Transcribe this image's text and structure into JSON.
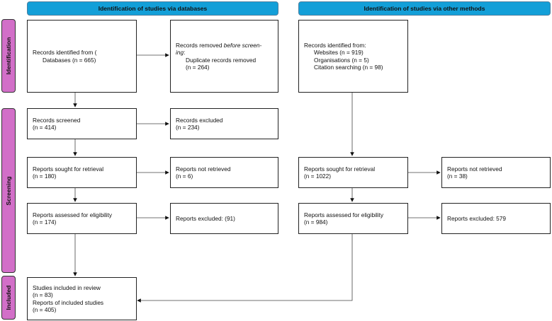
{
  "headers": {
    "databases": "Identification of studies via databases",
    "other": "Identification of studies via other methods"
  },
  "phases": {
    "identification": "Identification",
    "screening": "Screening",
    "included": "Included"
  },
  "db": {
    "identified": {
      "line1": "Records identified from (",
      "line2": "Databases (n = 665)"
    },
    "removed": {
      "line1a": "Records removed ",
      "line1b": "before screen-",
      "line2": "ing",
      "line2b": ":",
      "line3": "Duplicate records removed",
      "line4": "(n = 264)"
    },
    "screened": {
      "line1": "Records screened",
      "line2": "(n = 414)"
    },
    "excluded": {
      "line1": "Records excluded",
      "line2": "(n = 234)"
    },
    "sought": {
      "line1": "Reports sought for retrieval",
      "line2": "(n = 180)"
    },
    "not_retrieved": {
      "line1": "Reports not retrieved",
      "line2": "(n = 6)"
    },
    "assessed": {
      "line1": "Reports assessed for eligibility",
      "line2": "(n = 174)"
    },
    "reports_excluded": {
      "line1": "Reports excluded: (91)"
    }
  },
  "other": {
    "identified": {
      "line1": "Records identified from:",
      "line2": "Websites (n = 919)",
      "line3": "Organisations (n = 5)",
      "line4": "Citation searching (n = 98)"
    },
    "sought": {
      "line1": "Reports sought for retrieval",
      "line2": "(n = 1022)"
    },
    "not_retrieved": {
      "line1": "Reports not retrieved",
      "line2": "(n = 38)"
    },
    "assessed": {
      "line1": "Reports assessed for eligibility",
      "line2": "(n = 984)"
    },
    "reports_excluded": {
      "line1": "Reports excluded: 579"
    }
  },
  "included": {
    "line1": "Studies included in review",
    "line2": "(n = 83)",
    "line3": "Reports of included studies",
    "line4": "(n = 405)"
  },
  "colors": {
    "header": "#139fd8",
    "phase": "#d26fc8"
  }
}
